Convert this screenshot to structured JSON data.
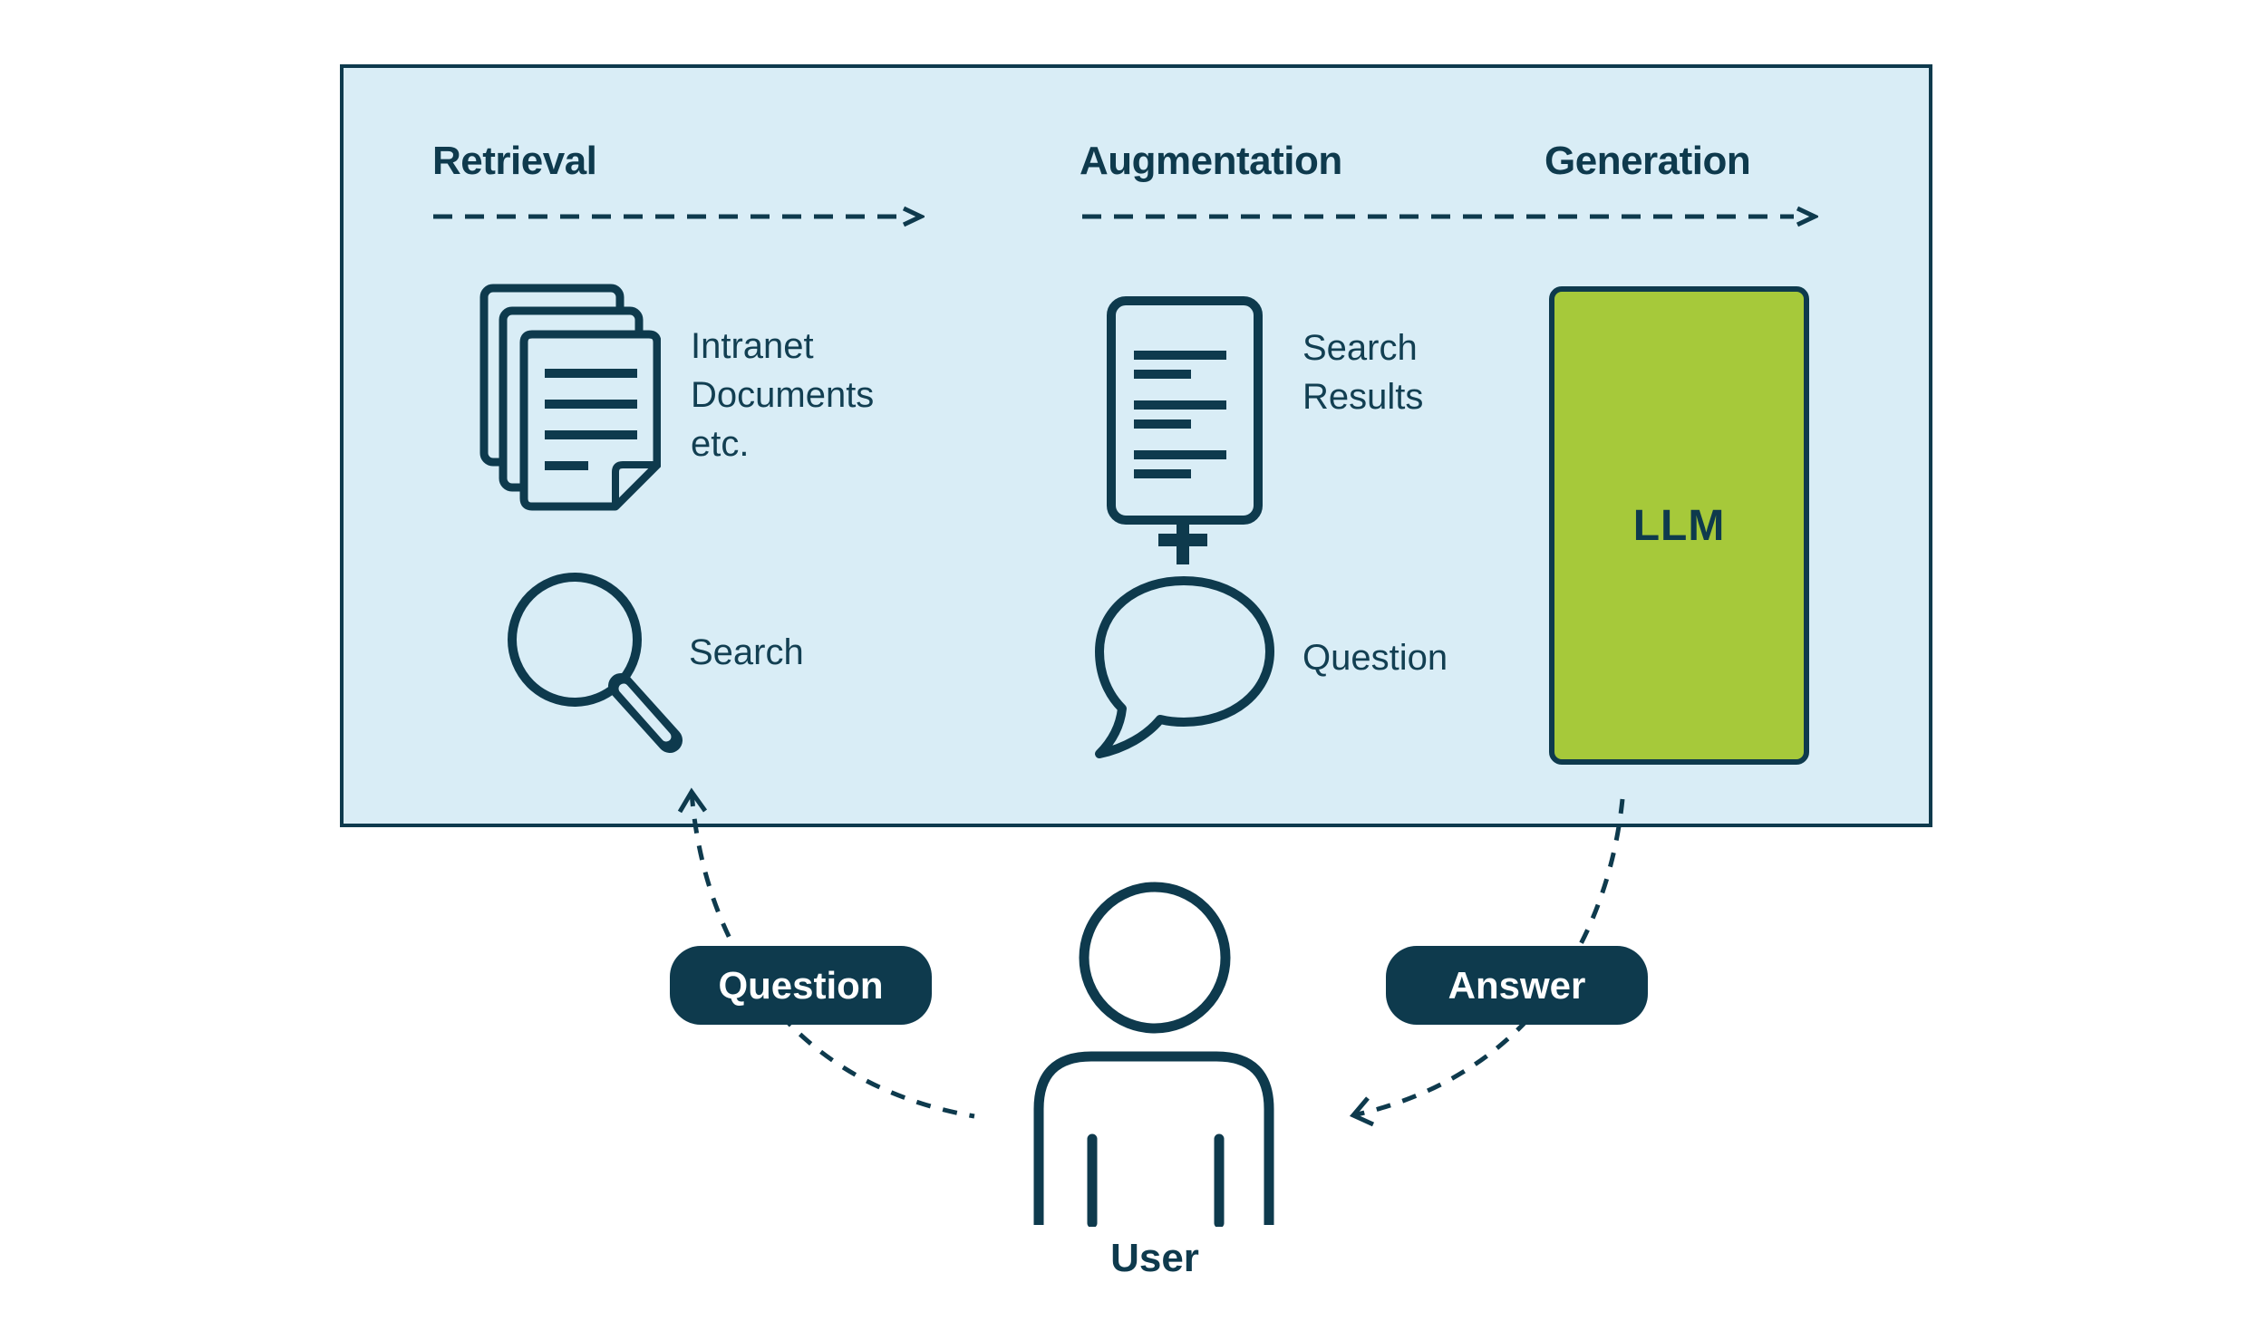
{
  "colors": {
    "navy": "#0e3a4d",
    "panel_background": "#d9edf6",
    "llm_green": "#a6c93a",
    "badge_text": "#ffffff",
    "page_background": "#ffffff"
  },
  "pipeline": {
    "stages": [
      "Retrieval",
      "Augmentation",
      "Generation"
    ],
    "retrieval": {
      "documents": {
        "lines": [
          "Intranet",
          "Documents",
          "etc."
        ]
      },
      "search": {
        "label": "Search"
      }
    },
    "augmentation": {
      "results": {
        "lines": [
          "Search",
          "Results"
        ]
      },
      "plus_sign": "+",
      "question": {
        "label": "Question"
      }
    },
    "generation": {
      "llm_label": "LLM"
    }
  },
  "flow": {
    "question_badge": "Question",
    "answer_badge": "Answer",
    "user_label": "User"
  },
  "icons": {
    "document_stack": "document-stack-icon",
    "search_magnifier": "search-icon",
    "search_results_document": "document-icon",
    "plus": "plus-icon",
    "question_bubble": "speech-bubble-icon",
    "user": "user-icon",
    "stage_arrows": "dashed-right-arrow-icon",
    "flow_arrows": "dashed-curved-arrow-icon"
  }
}
